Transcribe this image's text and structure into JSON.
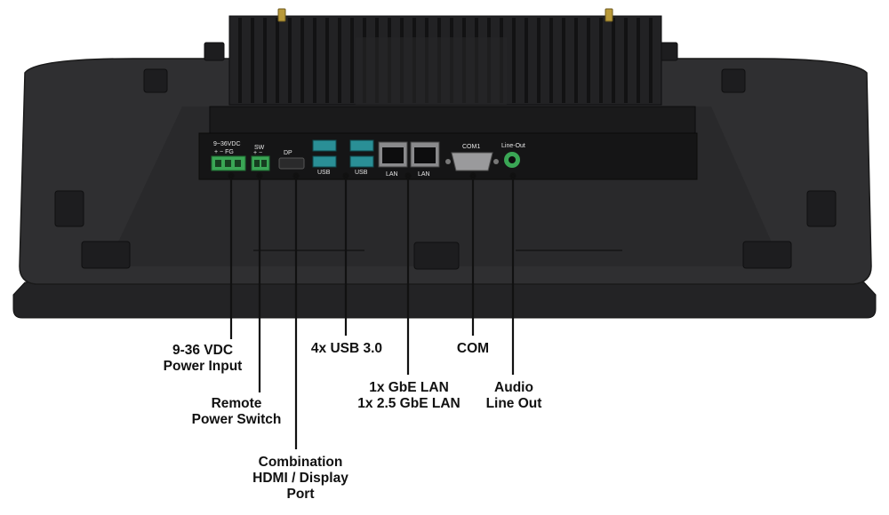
{
  "colors": {
    "housing": "#2b2b2d",
    "housing_edge": "#1c1c1e",
    "heatsink": "#1f1f21",
    "io_panel": "#151516",
    "usb": "#2a8f96",
    "terminal": "#3aa655",
    "leader": "#111111",
    "label_text": "#111111"
  },
  "io_panel_silkscreen": {
    "power_label": "9~36VDC",
    "power_pins": "+  −  FG",
    "switch_label": "SW",
    "switch_pins": "+ −",
    "dp_label": "DP",
    "usb_label_1": "USB",
    "usb_label_2": "USB",
    "lan_label_1": "LAN",
    "lan_label_2": "LAN",
    "com_label": "COM1",
    "audio_label": "Line-Out"
  },
  "callouts": {
    "power_input": [
      "9-36 VDC",
      "Power Input"
    ],
    "remote_switch": [
      "Remote",
      "Power Switch"
    ],
    "display_port": [
      "Combination",
      "HDMI / Display",
      "Port"
    ],
    "usb": [
      "4x USB 3.0"
    ],
    "lan": [
      "1x GbE LAN",
      "1x 2.5 GbE LAN"
    ],
    "com": [
      "COM"
    ],
    "audio": [
      "Audio",
      "Line Out"
    ]
  }
}
